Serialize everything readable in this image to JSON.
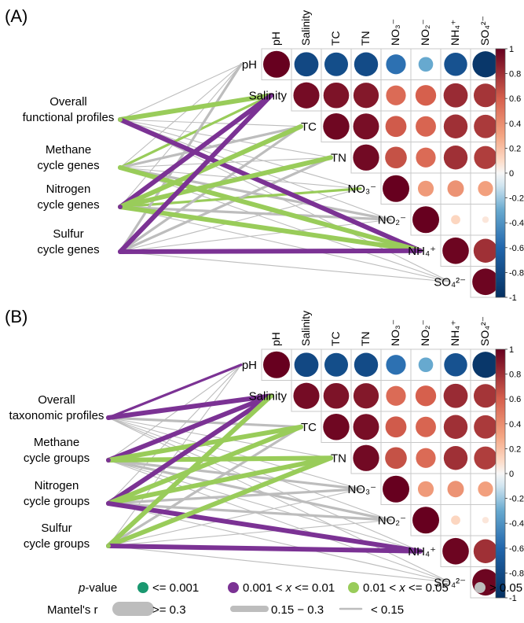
{
  "chart_data": [
    {
      "type": "heatmap",
      "panel_label": "(A)",
      "variables": [
        "pH",
        "Salinity",
        "TC",
        "TN",
        "NO₃⁻",
        "NO₂⁻",
        "NH₄⁺",
        "SO₄²⁻"
      ],
      "correlation_upper": [
        [
          1,
          -0.82,
          -0.78,
          -0.8,
          -0.55,
          -0.3,
          -0.75,
          -0.95
        ],
        [
          null,
          0.95,
          0.92,
          0.9,
          0.55,
          0.6,
          0.82,
          0.78
        ],
        [
          null,
          null,
          0.97,
          0.94,
          0.62,
          0.58,
          0.8,
          0.76
        ],
        [
          null,
          null,
          null,
          0.96,
          0.66,
          0.55,
          0.8,
          0.74
        ],
        [
          null,
          null,
          null,
          null,
          1,
          0.35,
          0.38,
          0.32
        ],
        [
          null,
          null,
          null,
          null,
          null,
          1,
          0.12,
          0.06
        ],
        [
          null,
          null,
          null,
          null,
          null,
          null,
          0.98,
          0.8
        ],
        [
          null,
          null,
          null,
          null,
          null,
          null,
          null,
          0.98
        ]
      ],
      "colorbar": {
        "min": -1,
        "max": 1,
        "ticks": [
          "1",
          "0.8",
          "0.6",
          "0.4",
          "0.2",
          "0",
          "-0.2",
          "-0.4",
          "-0.6",
          "-0.8",
          "-1"
        ]
      },
      "groups": [
        "Overall\nfunctional profiles",
        "Methane\ncycle genes",
        "Nitrogen\ncycle genes",
        "Sulfur\ncycle genes"
      ],
      "mantel_links": [
        {
          "group": 0,
          "var": 0,
          "p": ">0.05",
          "r": "<0.15"
        },
        {
          "group": 0,
          "var": 1,
          "p": "0.01-0.05",
          "r": ">=0.3"
        },
        {
          "group": 0,
          "var": 2,
          "p": ">0.05",
          "r": "<0.15"
        },
        {
          "group": 0,
          "var": 3,
          "p": ">0.05",
          "r": "<0.15"
        },
        {
          "group": 0,
          "var": 4,
          "p": ">0.05",
          "r": "<0.15"
        },
        {
          "group": 0,
          "var": 5,
          "p": ">0.05",
          "r": "<0.15"
        },
        {
          "group": 0,
          "var": 6,
          "p": "0.001-0.01",
          "r": ">=0.3"
        },
        {
          "group": 0,
          "var": 7,
          "p": ">0.05",
          "r": "<0.15"
        },
        {
          "group": 1,
          "var": 0,
          "p": ">0.05",
          "r": "<0.15"
        },
        {
          "group": 1,
          "var": 1,
          "p": "0.01-0.05",
          "r": "0.15-0.3"
        },
        {
          "group": 1,
          "var": 2,
          "p": ">0.05",
          "r": "0.15-0.3"
        },
        {
          "group": 1,
          "var": 3,
          "p": ">0.05",
          "r": "<0.15"
        },
        {
          "group": 1,
          "var": 4,
          "p": ">0.05",
          "r": "<0.15"
        },
        {
          "group": 1,
          "var": 5,
          "p": ">0.05",
          "r": "0.15-0.3"
        },
        {
          "group": 1,
          "var": 6,
          "p": "0.01-0.05",
          "r": ">=0.3"
        },
        {
          "group": 1,
          "var": 7,
          "p": ">0.05",
          "r": "<0.15"
        },
        {
          "group": 2,
          "var": 0,
          "p": ">0.05",
          "r": "<0.15"
        },
        {
          "group": 2,
          "var": 1,
          "p": "0.001-0.01",
          "r": ">=0.3"
        },
        {
          "group": 2,
          "var": 2,
          "p": "0.01-0.05",
          "r": ">=0.3"
        },
        {
          "group": 2,
          "var": 3,
          "p": "0.01-0.05",
          "r": ">=0.3"
        },
        {
          "group": 2,
          "var": 4,
          "p": "0.01-0.05",
          "r": "0.15-0.3"
        },
        {
          "group": 2,
          "var": 5,
          "p": ">0.05",
          "r": "0.15-0.3"
        },
        {
          "group": 2,
          "var": 6,
          "p": "0.01-0.05",
          "r": ">=0.3"
        },
        {
          "group": 2,
          "var": 7,
          "p": ">0.05",
          "r": "<0.15"
        },
        {
          "group": 3,
          "var": 0,
          "p": ">0.05",
          "r": "0.15-0.3"
        },
        {
          "group": 3,
          "var": 1,
          "p": "0.001-0.01",
          "r": ">=0.3"
        },
        {
          "group": 3,
          "var": 2,
          "p": ">0.05",
          "r": "0.15-0.3"
        },
        {
          "group": 3,
          "var": 3,
          "p": ">0.05",
          "r": "0.15-0.3"
        },
        {
          "group": 3,
          "var": 4,
          "p": ">0.05",
          "r": "<0.15"
        },
        {
          "group": 3,
          "var": 5,
          "p": ">0.05",
          "r": "<0.15"
        },
        {
          "group": 3,
          "var": 6,
          "p": "0.001-0.01",
          "r": ">=0.3"
        },
        {
          "group": 3,
          "var": 7,
          "p": ">0.05",
          "r": "<0.15"
        }
      ]
    },
    {
      "type": "heatmap",
      "panel_label": "(B)",
      "variables": [
        "pH",
        "Salinity",
        "TC",
        "TN",
        "NO₃⁻",
        "NO₂⁻",
        "NH₄⁺",
        "SO₄²⁻"
      ],
      "correlation_upper": [
        [
          1,
          -0.82,
          -0.78,
          -0.8,
          -0.55,
          -0.3,
          -0.75,
          -0.95
        ],
        [
          null,
          0.95,
          0.92,
          0.9,
          0.55,
          0.6,
          0.82,
          0.78
        ],
        [
          null,
          null,
          0.97,
          0.94,
          0.62,
          0.58,
          0.8,
          0.76
        ],
        [
          null,
          null,
          null,
          0.96,
          0.66,
          0.55,
          0.8,
          0.74
        ],
        [
          null,
          null,
          null,
          null,
          1,
          0.35,
          0.38,
          0.32
        ],
        [
          null,
          null,
          null,
          null,
          null,
          1,
          0.12,
          0.06
        ],
        [
          null,
          null,
          null,
          null,
          null,
          null,
          0.98,
          0.8
        ],
        [
          null,
          null,
          null,
          null,
          null,
          null,
          null,
          0.98
        ]
      ],
      "colorbar": {
        "min": -1,
        "max": 1,
        "ticks": [
          "1",
          "0.8",
          "0.6",
          "0.4",
          "0.2",
          "0",
          "-0.2",
          "-0.4",
          "-0.6",
          "-0.8",
          "-1"
        ]
      },
      "groups": [
        "Overall\ntaxonomic profiles",
        "Methane\ncycle groups",
        "Nitrogen\ncycle groups",
        "Sulfur\ncycle groups"
      ],
      "mantel_links": [
        {
          "group": 0,
          "var": 0,
          "p": "0.001-0.01",
          "r": "0.15-0.3"
        },
        {
          "group": 0,
          "var": 1,
          "p": "0.001-0.01",
          "r": ">=0.3"
        },
        {
          "group": 0,
          "var": 2,
          "p": ">0.05",
          "r": "0.15-0.3"
        },
        {
          "group": 0,
          "var": 3,
          "p": ">0.05",
          "r": "<0.15"
        },
        {
          "group": 0,
          "var": 4,
          "p": ">0.05",
          "r": "<0.15"
        },
        {
          "group": 0,
          "var": 5,
          "p": ">0.05",
          "r": "<0.15"
        },
        {
          "group": 0,
          "var": 6,
          "p": ">0.05",
          "r": "<0.15"
        },
        {
          "group": 0,
          "var": 7,
          "p": ">0.05",
          "r": "<0.15"
        },
        {
          "group": 1,
          "var": 0,
          "p": ">0.05",
          "r": "<0.15"
        },
        {
          "group": 1,
          "var": 1,
          "p": "0.001-0.01",
          "r": ">=0.3"
        },
        {
          "group": 1,
          "var": 2,
          "p": "0.01-0.05",
          "r": ">=0.3"
        },
        {
          "group": 1,
          "var": 3,
          "p": "0.01-0.05",
          "r": ">=0.3"
        },
        {
          "group": 1,
          "var": 4,
          "p": ">0.05",
          "r": "0.15-0.3"
        },
        {
          "group": 1,
          "var": 5,
          "p": ">0.05",
          "r": "0.15-0.3"
        },
        {
          "group": 1,
          "var": 6,
          "p": ">0.05",
          "r": "<0.15"
        },
        {
          "group": 1,
          "var": 7,
          "p": ">0.05",
          "r": "<0.15"
        },
        {
          "group": 2,
          "var": 0,
          "p": ">0.05",
          "r": "<0.15"
        },
        {
          "group": 2,
          "var": 1,
          "p": "0.001-0.01",
          "r": ">=0.3"
        },
        {
          "group": 2,
          "var": 2,
          "p": "0.01-0.05",
          "r": ">=0.3"
        },
        {
          "group": 2,
          "var": 3,
          "p": "0.01-0.05",
          "r": ">=0.3"
        },
        {
          "group": 2,
          "var": 4,
          "p": ">0.05",
          "r": "0.15-0.3"
        },
        {
          "group": 2,
          "var": 5,
          "p": ">0.05",
          "r": "0.15-0.3"
        },
        {
          "group": 2,
          "var": 6,
          "p": "0.001-0.01",
          "r": ">=0.3"
        },
        {
          "group": 2,
          "var": 7,
          "p": ">0.05",
          "r": "<0.15"
        },
        {
          "group": 3,
          "var": 0,
          "p": ">0.05",
          "r": "<0.15"
        },
        {
          "group": 3,
          "var": 1,
          "p": "0.01-0.05",
          "r": ">=0.3"
        },
        {
          "group": 3,
          "var": 2,
          "p": ">0.05",
          "r": "0.15-0.3"
        },
        {
          "group": 3,
          "var": 3,
          "p": "0.01-0.05",
          "r": ">=0.3"
        },
        {
          "group": 3,
          "var": 4,
          "p": ">0.05",
          "r": "<0.15"
        },
        {
          "group": 3,
          "var": 5,
          "p": ">0.05",
          "r": "<0.15"
        },
        {
          "group": 3,
          "var": 6,
          "p": "0.001-0.01",
          "r": ">=0.3"
        },
        {
          "group": 3,
          "var": 7,
          "p": ">0.05",
          "r": "<0.15"
        }
      ]
    }
  ],
  "legend": {
    "p_title_italic": "p",
    "p_title_rest": "-value",
    "p_items": [
      "<= 0.001",
      "0.001 < ",
      "x",
      " <= 0.01",
      "0.01 < ",
      "x",
      " <= 0.05",
      "> 0.05"
    ],
    "p_keys": [
      "<=0.001",
      "0.001-0.01",
      "0.01-0.05",
      ">0.05"
    ],
    "p_colors": {
      "<=0.001": "#1a9870",
      "0.001-0.01": "#7b3294",
      "0.01-0.05": "#99cc5a",
      ">0.05": "#bdbdbd"
    },
    "r_title": "Mantel's r",
    "r_items": [
      ">= 0.3",
      "0.15 − 0.3",
      "< 0.15"
    ],
    "r_keys": [
      ">=0.3",
      "0.15-0.3",
      "<0.15"
    ]
  }
}
